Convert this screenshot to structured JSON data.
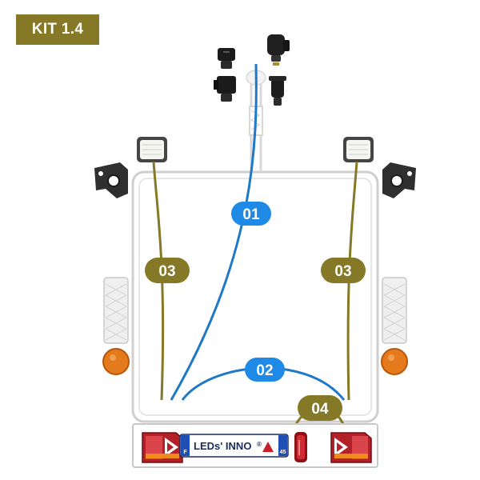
{
  "kit_label": "KIT 1.4",
  "colors": {
    "badge_olive": "#857827",
    "cable_olive": "#857827",
    "cable_blue": "#1f78c8",
    "callout_blue": "#1e8ae6",
    "frame_gray": "#cfcfcf"
  },
  "callouts": {
    "c01": "01",
    "c02": "02",
    "c03_left": "03",
    "c03_right": "03",
    "c04": "04"
  },
  "plate": {
    "brand_text": "LEDs' INNO",
    "registered_mark": "®",
    "country_code": "F",
    "region_code": "45"
  },
  "icons": {
    "plugs": [
      "plug-7pin-cap-icon",
      "plug-7pin-body-icon",
      "plug-13pin-cap-icon",
      "plug-13pin-body-icon"
    ],
    "lamps": [
      "clearance-lamp-left-icon",
      "clearance-lamp-right-icon",
      "side-reflector-left-icon",
      "side-reflector-right-icon",
      "rear-light-left-icon",
      "rear-light-right-icon",
      "fog-lamp-icon",
      "mounting-bracket-left-icon",
      "mounting-bracket-right-icon"
    ]
  }
}
